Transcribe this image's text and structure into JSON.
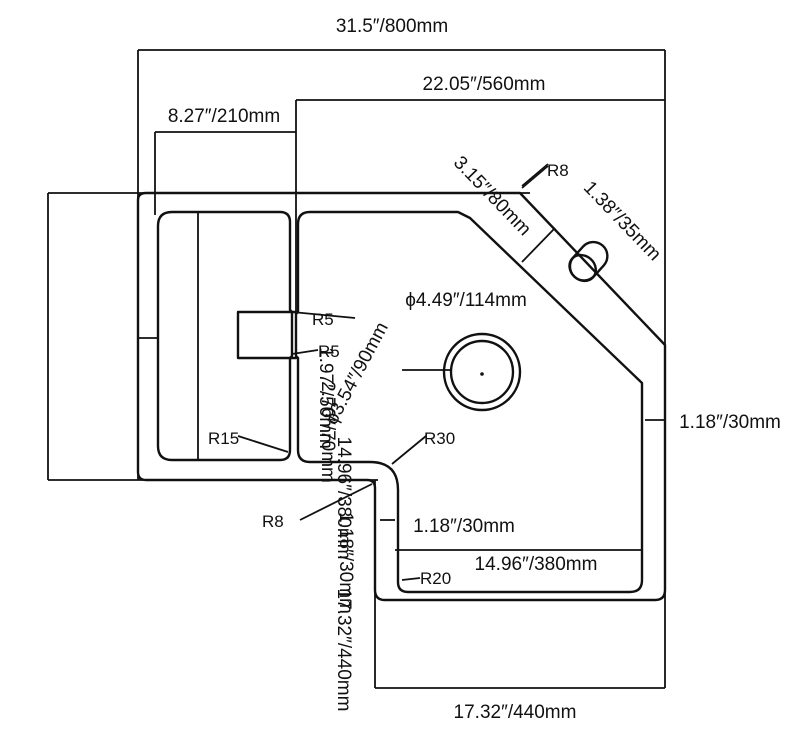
{
  "dimensions": {
    "overall_width": "31.5″/800mm",
    "upper_width": "22.05″/560mm",
    "left_bowl_width": "8.27″/210mm",
    "overall_height": "17.32″/440mm",
    "left_wall": "1.18″/30mm",
    "left_bowl_length": "14.96″/380mm",
    "left_channel": "2.76″/70mm",
    "slot_depth": "1.97″/50mm",
    "chamfer": "3.15″/80mm",
    "tap_hole": "1.38″/35mm",
    "drain_outer": "ϕ4.49″/114mm",
    "drain_inner": "ϕ3.54″/90mm",
    "right_wall": "1.18″/30mm",
    "step_wall": "1.18″/30mm",
    "lower_bowl_length": "14.96″/380mm",
    "bottom_width": "17.32″/440mm"
  },
  "radii": {
    "r8_top": "R8",
    "r5_upper": "R5",
    "r5_lower": "R5",
    "r15": "R15",
    "r30": "R30",
    "r8_bottom": "R8",
    "r20": "R20"
  }
}
